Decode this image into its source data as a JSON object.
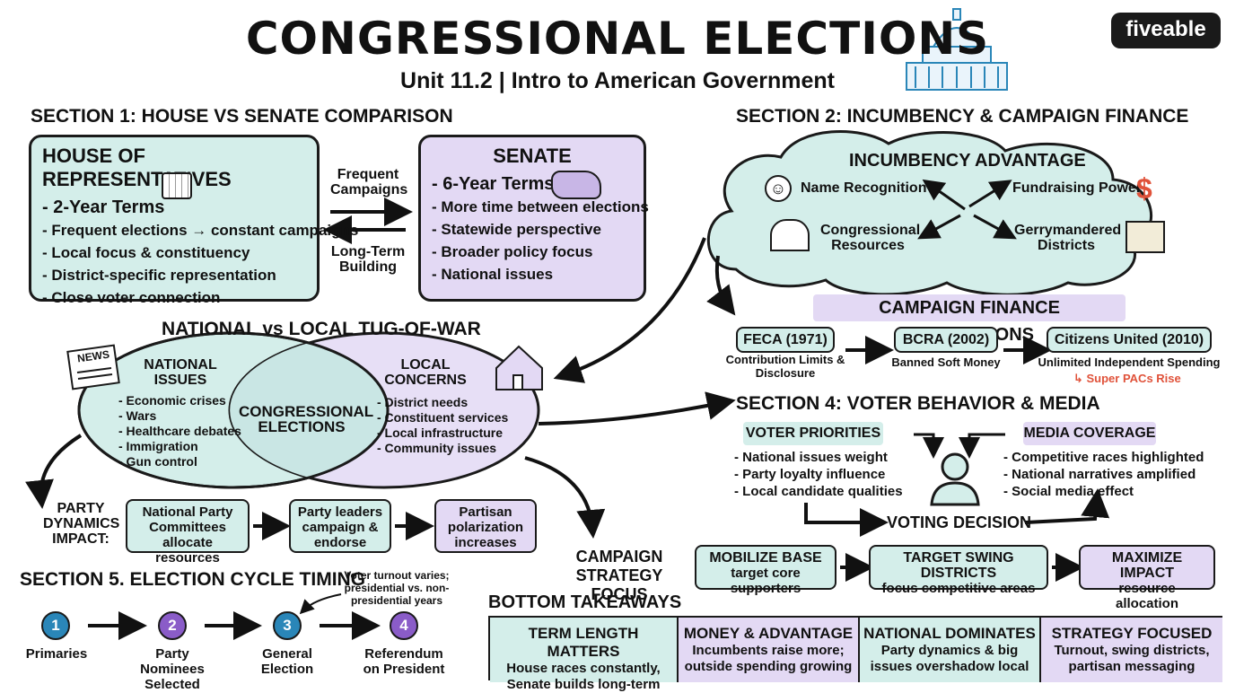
{
  "header": {
    "title": "CONGRESSIONAL ELECTIONS",
    "subtitle": "Unit 11.2 | Intro to American Government",
    "logo": "fiveable"
  },
  "section1": {
    "heading": "SECTION 1: HOUSE VS SENATE COMPARISON",
    "house": {
      "title": "HOUSE OF REPRESENTATIVES",
      "term": "- 2-Year Terms",
      "items": [
        "- Frequent elections → constant campaigns",
        "- Local focus & constituency",
        "- District-specific representation",
        "- Close voter connection"
      ]
    },
    "senate": {
      "title": "SENATE",
      "term": "- 6-Year Terms",
      "items": [
        "- More time between elections",
        "- Statewide perspective",
        "- Broader policy focus",
        "- National issues"
      ]
    },
    "arrow_top": "Frequent Campaigns",
    "arrow_bottom": "Long-Term Building"
  },
  "tugofwar": {
    "heading": "NATIONAL vs LOCAL TUG-OF-WAR",
    "national_title": "NATIONAL ISSUES",
    "national_items": [
      "- Economic crises",
      "- Wars",
      "- Healthcare debates",
      "- Immigration",
      "- Gun control"
    ],
    "center": "CONGRESSIONAL ELECTIONS",
    "local_title": "LOCAL CONCERNS",
    "local_items": [
      "- District needs",
      "- Constituent services",
      "- Local infrastructure",
      "- Community issues"
    ],
    "news_label": "NEWS"
  },
  "party": {
    "label": "PARTY DYNAMICS IMPACT:",
    "steps": [
      "National Party Committees allocate resources",
      "Party leaders campaign & endorse",
      "Partisan polarization increases"
    ]
  },
  "section5": {
    "heading": "SECTION 5. ELECTION CYCLE TIMING",
    "note": "Voter turnout varies; presidential vs. non-presidential years",
    "steps": [
      {
        "n": "1",
        "label": "Primaries",
        "color": "#2a86b8"
      },
      {
        "n": "2",
        "label": "Party Nominees Selected",
        "color": "#8a5cc8"
      },
      {
        "n": "3",
        "label": "General Election",
        "color": "#2a86b8"
      },
      {
        "n": "4",
        "label": "Referendum on President",
        "color": "#8a5cc8"
      }
    ]
  },
  "section2": {
    "heading": "SECTION 2: INCUMBENCY & CAMPAIGN FINANCE",
    "cloud_title": "INCUMBENCY ADVANTAGE",
    "name_recognition": "Name Recognition",
    "fundraising": "Fundraising Power",
    "resources": "Congressional Resources",
    "gerrymandered": "Gerrymandered Districts",
    "finance_title": "CAMPAIGN FINANCE REGULATIONS",
    "finance": [
      {
        "name": "FECA (1971)",
        "desc": "Contribution Limits & Disclosure"
      },
      {
        "name": "BCRA (2002)",
        "desc": "Banned Soft Money"
      },
      {
        "name": "Citizens United (2010)",
        "desc": "Unlimited Independent Spending"
      }
    ],
    "super_pacs": "↳ Super PACs Rise"
  },
  "section4": {
    "heading": "SECTION 4: VOTER BEHAVIOR & MEDIA",
    "priorities_title": "VOTER PRIORITIES",
    "priorities": [
      "- National issues weight",
      "- Party loyalty influence",
      "- Local candidate qualities"
    ],
    "media_title": "MEDIA COVERAGE",
    "media": [
      "- Competitive races highlighted",
      "- National narratives amplified",
      "- Social media effect"
    ],
    "decision": "VOTING DECISION"
  },
  "strategy": {
    "label": "CAMPAIGN STRATEGY FOCUS",
    "steps": [
      {
        "title": "MOBILIZE BASE",
        "desc": "target core supporters"
      },
      {
        "title": "TARGET SWING DISTRICTS",
        "desc": "focus competitive areas"
      },
      {
        "title": "MAXIMIZE IMPACT",
        "desc": "resource allocation"
      }
    ]
  },
  "takeaways": {
    "heading": "BOTTOM TAKEAWAYS",
    "items": [
      {
        "title": "TERM LENGTH MATTERS",
        "text": "House races constantly, Senate builds long-term"
      },
      {
        "title": "MONEY & ADVANTAGE",
        "text": "Incumbents raise more; outside spending growing"
      },
      {
        "title": "NATIONAL DOMINATES",
        "text": "Party dynamics & big issues overshadow local"
      },
      {
        "title": "STRATEGY FOCUSED",
        "text": "Turnout, swing districts, partisan messaging"
      }
    ]
  },
  "colors": {
    "mint": "#d4eeea",
    "lavender": "#e3d9f4",
    "accent_red": "#e0523a",
    "blue": "#2a86b8",
    "purple": "#8a5cc8"
  }
}
